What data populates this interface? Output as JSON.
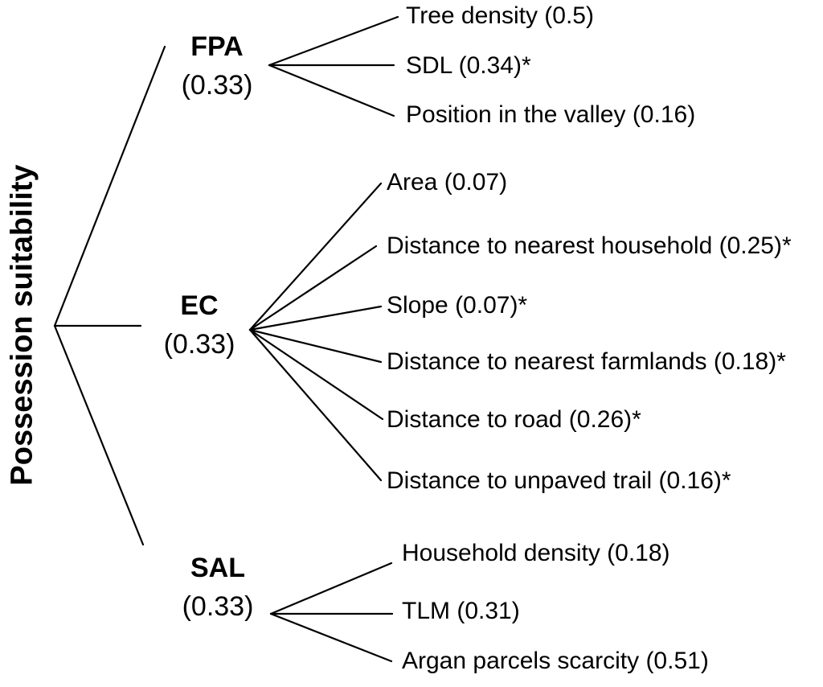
{
  "diagram": {
    "type": "hierarchy-tree",
    "description": "AHP criteria tree with weights"
  },
  "colors": {
    "background": "#ffffff",
    "text": "#000000",
    "line": "#000000"
  },
  "tree": {
    "root": {
      "label": "Possession suitability"
    },
    "criteria": [
      {
        "label": "FPA",
        "weight_label": "(0.33)",
        "weight": 0.33,
        "children": [
          {
            "label": "Tree density (0.5)",
            "name": "Tree density",
            "weight": 0.5,
            "starred": false
          },
          {
            "label": "SDL (0.34)*",
            "name": "SDL",
            "weight": 0.34,
            "starred": true
          },
          {
            "label": "Position in the valley (0.16)",
            "name": "Position in the valley",
            "weight": 0.16,
            "starred": false
          }
        ]
      },
      {
        "label": "EC",
        "weight_label": "(0.33)",
        "weight": 0.33,
        "children": [
          {
            "label": "Area (0.07)",
            "name": "Area",
            "weight": 0.07,
            "starred": false
          },
          {
            "label": "Distance to nearest household (0.25)*",
            "name": "Distance to nearest household",
            "weight": 0.25,
            "starred": true
          },
          {
            "label": "Slope (0.07)*",
            "name": "Slope",
            "weight": 0.07,
            "starred": true
          },
          {
            "label": "Distance to nearest farmlands (0.18)*",
            "name": "Distance to nearest farmlands",
            "weight": 0.18,
            "starred": true
          },
          {
            "label": "Distance to road (0.26)*",
            "name": "Distance to road",
            "weight": 0.26,
            "starred": true
          },
          {
            "label": "Distance to unpaved trail (0.16)*",
            "name": "Distance to unpaved trail",
            "weight": 0.16,
            "starred": true
          }
        ]
      },
      {
        "label": "SAL",
        "weight_label": "(0.33)",
        "weight": 0.33,
        "children": [
          {
            "label": "Household density (0.18)",
            "name": "Household density",
            "weight": 0.18,
            "starred": false
          },
          {
            "label": "TLM (0.31)",
            "name": "TLM",
            "weight": 0.31,
            "starred": false
          },
          {
            "label": "Argan parcels scarcity (0.51)",
            "name": "Argan parcels scarcity",
            "weight": 0.51,
            "starred": false
          }
        ]
      }
    ]
  }
}
